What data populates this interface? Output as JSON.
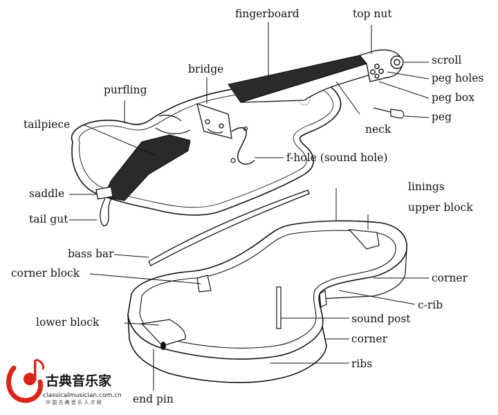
{
  "diagram": {
    "labels": {
      "fingerboard": "fingerboard",
      "top_nut": "top nut",
      "bridge": "bridge",
      "purfling": "purfling",
      "scroll": "scroll",
      "peg_holes": "peg holes",
      "peg_box": "peg box",
      "peg": "peg",
      "neck": "neck",
      "tailpiece": "tailpiece",
      "f_hole": "f-hole (sound hole)",
      "saddle": "saddle",
      "tail_gut": "tail gut",
      "linings": "linings",
      "upper_block": "upper block",
      "bass_bar": "bass bar",
      "corner_block": "corner block",
      "corner_upper": "corner",
      "c_rib": "c-rib",
      "lower_block": "lower block",
      "sound_post": "sound post",
      "corner_lower": "corner",
      "ribs": "ribs",
      "end_pin": "end pin"
    }
  },
  "logo": {
    "brand_cn": "古典音乐家",
    "url": "classicalmusician.com.cn",
    "tagline": "中 国 古 典 音 乐 人 才 网",
    "accent_color": "#d9261c"
  }
}
